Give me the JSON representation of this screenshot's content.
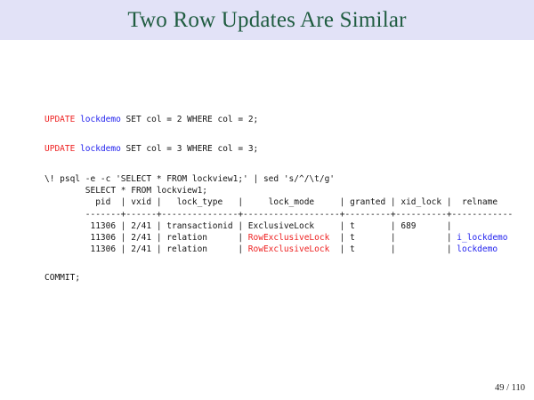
{
  "slide": {
    "title": "Two Row Updates Are Similar",
    "page_number": "49 / 110"
  },
  "colors": {
    "header_bg": "#e2e2f7",
    "title_green": "#1f5c40",
    "code_ink": "#141414",
    "keyword_red": "#ee2222",
    "identifier_blue": "#2222ee"
  },
  "code": {
    "update_first": [
      {
        "text": "UPDATE",
        "color": "red"
      },
      {
        "text": " ",
        "color": "ink"
      },
      {
        "text": "lockdemo",
        "color": "blue"
      },
      {
        "text": " SET col = 2 WHERE col = 2;",
        "color": "ink"
      }
    ],
    "update_second": [
      {
        "text": "UPDATE",
        "color": "red"
      },
      {
        "text": " ",
        "color": "ink"
      },
      {
        "text": "lockdemo",
        "color": "blue"
      },
      {
        "text": " SET col = 3 WHERE col = 3;",
        "color": "ink"
      }
    ],
    "psql_command": [
      {
        "text": "\\! psql -e -c 'SELECT * FROM lockview1;' | sed 's/^/\\t/g'",
        "color": "ink"
      }
    ],
    "select_line": [
      {
        "text": "        SELECT * FROM lockview1;",
        "color": "ink"
      }
    ],
    "table_header": [
      {
        "text": "          pid  | vxid |   lock_type   |     lock_mode     | granted | xid_lock |  relname",
        "color": "ink"
      }
    ],
    "table_separator": [
      {
        "text": "        -------+------+---------------+-------------------+---------+----------+------------",
        "color": "ink"
      }
    ],
    "row_transactionid": [
      {
        "text": "         11306 | 2/41 | transactionid | ExclusiveLock     | t       | 689      |",
        "color": "ink"
      }
    ],
    "row_relation_index": [
      {
        "text": "         11306 | 2/41 | relation      | ",
        "color": "ink"
      },
      {
        "text": "RowExclusiveLock",
        "color": "red"
      },
      {
        "text": "  | t       |          | ",
        "color": "ink"
      },
      {
        "text": "i_lockdemo",
        "color": "blue"
      }
    ],
    "row_relation_table": [
      {
        "text": "         11306 | 2/41 | relation      | ",
        "color": "ink"
      },
      {
        "text": "RowExclusiveLock",
        "color": "red"
      },
      {
        "text": "  | t       |          | ",
        "color": "ink"
      },
      {
        "text": "lockdemo",
        "color": "blue"
      }
    ],
    "commit_line": [
      {
        "text": "COMMIT;",
        "color": "ink"
      }
    ]
  }
}
